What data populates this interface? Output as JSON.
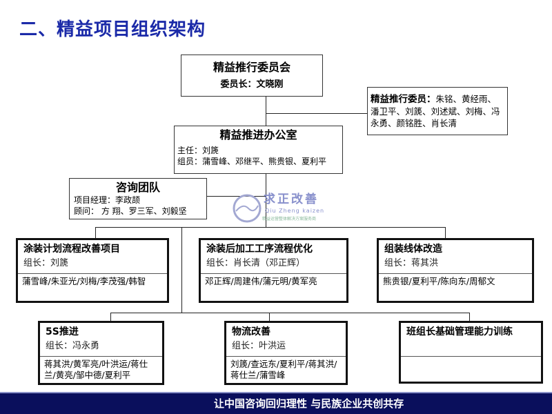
{
  "title": "二、精益项目组织架构",
  "committee": {
    "name": "精益推行委员会",
    "chair": "委员长：文晓刚"
  },
  "members": {
    "label": "精益推行委员：",
    "names": "朱铭、黄经雨、潘卫平、刘篪、刘述斌、刘梅、冯永勇、颜铭胜、肖长清"
  },
  "office": {
    "name": "精益推进办公室",
    "director": "主任：刘篪",
    "staff": "组员：蒲雪峰、邓继平、熊贵银、夏利平"
  },
  "consult": {
    "name": "咨询团队",
    "manager": "项目经理：李政颉",
    "advisors": "顾问： 方 翔、罗三军、刘毅坚"
  },
  "logo": {
    "cn": "求正改善",
    "en": "Qiu Zheng kaizen",
    "tag": "精益运营整体解决方案服务商"
  },
  "groups": [
    {
      "title": "涂装计划流程改善项目",
      "leader": "组长：刘篪",
      "members": "蒲雪峰/朱亚光/刘梅/李茂强/韩智"
    },
    {
      "title": "涂装后加工工序流程优化",
      "leader": "组长：肖长清（邓正辉）",
      "members": "邓正辉/周建伟/蒲元明/黄军亮"
    },
    {
      "title": "组装线体改造",
      "leader": "组长：蒋其洪",
      "members": "熊贵银/夏利平/陈向东/周郁文"
    },
    {
      "title": "5S推进",
      "leader": "组长：冯永勇",
      "members": "蒋其洪/黄军亮/叶洪运/蒋仕兰/黄亮/邹中德/夏利平"
    },
    {
      "title": "物流改善",
      "leader": "组长：叶洪运",
      "members": "刘篪/查远东/夏利平/蒋其洪/蒋仕兰/蒲雪峰"
    },
    {
      "title": "班组长基础管理能力训练",
      "leader": "",
      "members": ""
    }
  ],
  "footer": "让中国咨询回归理性 与民族企业共创共存"
}
